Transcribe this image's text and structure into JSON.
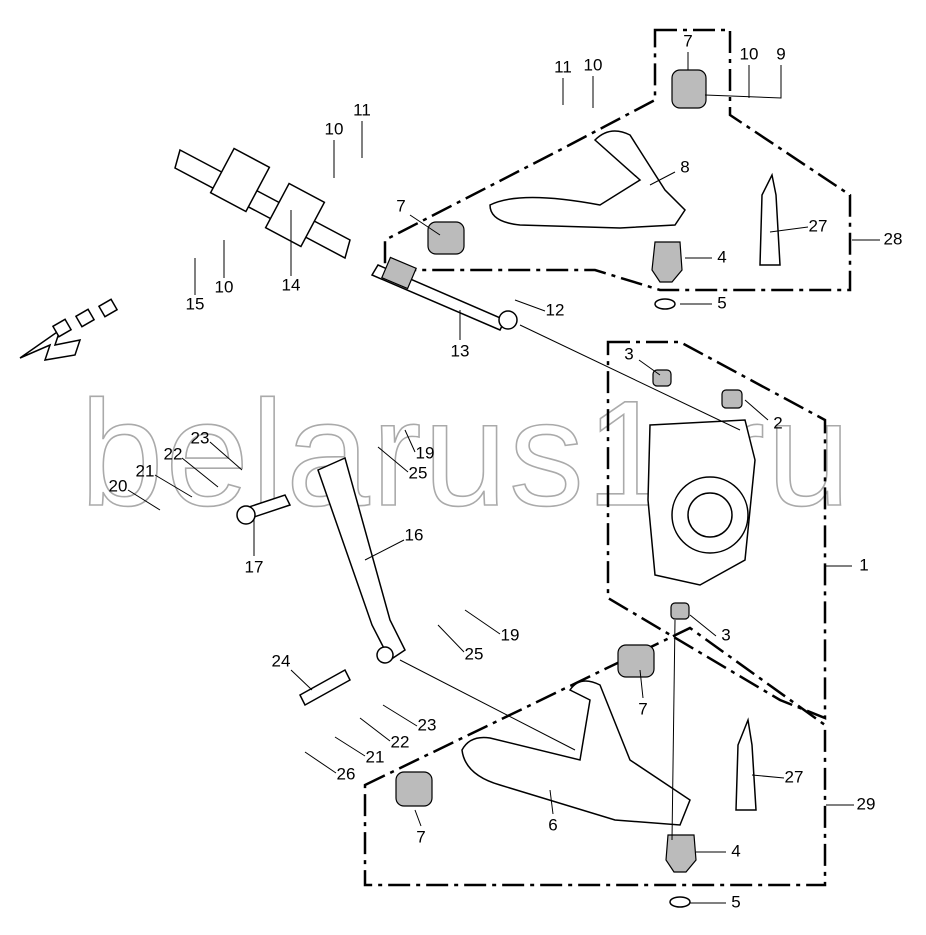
{
  "diagram": {
    "watermark": "belarus1.ru",
    "callouts": [
      "7",
      "11",
      "10",
      "10",
      "9",
      "11",
      "10",
      "8",
      "7",
      "27",
      "28",
      "4",
      "15",
      "10",
      "14",
      "12",
      "5",
      "13",
      "3",
      "2",
      "23",
      "22",
      "21",
      "20",
      "19",
      "25",
      "16",
      "17",
      "1",
      "3",
      "19",
      "25",
      "24",
      "7",
      "23",
      "22",
      "21",
      "26",
      "27",
      "29",
      "6",
      "7",
      "4",
      "5"
    ]
  }
}
